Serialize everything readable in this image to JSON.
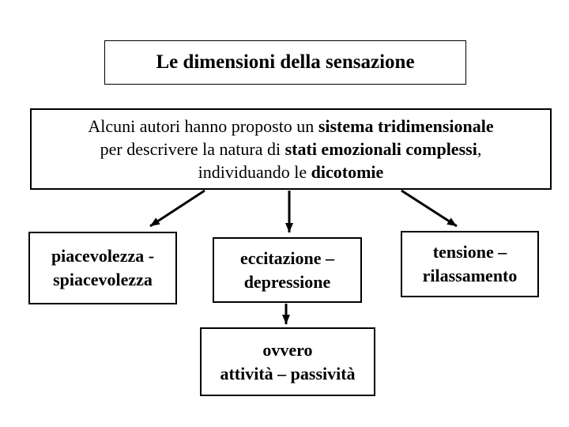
{
  "title_box": {
    "text": "Le dimensioni della sensazione"
  },
  "intro_box": {
    "line1": {
      "regular": "Alcuni autori hanno proposto un ",
      "bold": "sistema tridimensionale"
    },
    "line2": {
      "regular": "per descrivere la natura di ",
      "bold": "stati emozionali complessi",
      "suffix": ","
    },
    "line3": {
      "regular": "individuando le ",
      "bold": "dicotomie"
    }
  },
  "dichotomy_boxes": {
    "left": {
      "line1": "piacevolezza -",
      "line2": "spiacevolezza"
    },
    "middle": {
      "line1": "eccitazione –",
      "line2": "depressione"
    },
    "right": {
      "line1": "tensione –",
      "line2": "rilassamento"
    }
  },
  "note_box": {
    "line1": "ovvero",
    "line2": "attività – passività"
  },
  "colors": {
    "background": "#ffffff",
    "border": "#000000",
    "text": "#000000",
    "arrow": "#000000"
  }
}
